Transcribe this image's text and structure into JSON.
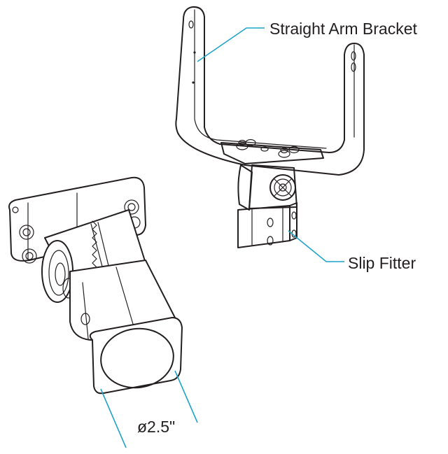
{
  "labels": {
    "straight_arm_bracket": "Straight Arm Bracket",
    "slip_fitter": "Slip Fitter",
    "diameter": "ø2.5\""
  },
  "colors": {
    "leader_line": "#1fa3c9",
    "line_art": "#231f20",
    "background": "#ffffff"
  }
}
